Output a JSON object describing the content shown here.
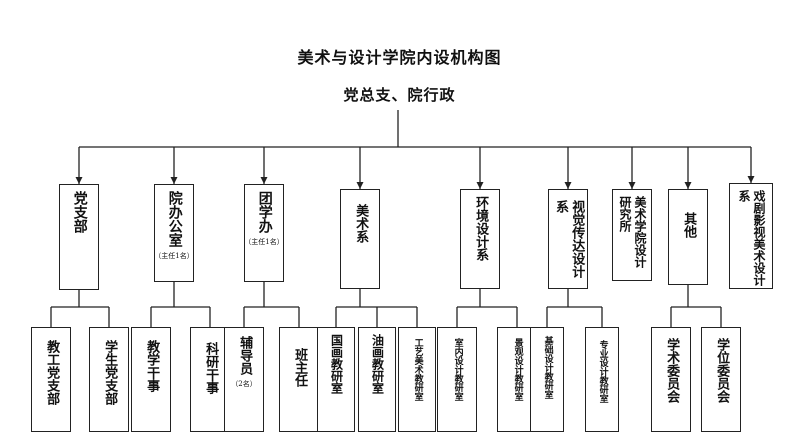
{
  "title": "美术与设计学院内设机构图",
  "root": "党总支、院行政",
  "units": [
    {
      "name": "党支部",
      "note": ""
    },
    {
      "name": "院办公室",
      "note": "（主任1名）"
    },
    {
      "name": "团学办",
      "note": "（主任1名）"
    },
    {
      "name": "美术系",
      "note": ""
    },
    {
      "name": "环境设计系",
      "note": ""
    },
    {
      "name": "视觉传达设计系",
      "note": ""
    },
    {
      "name": "美术学院设计研究所",
      "note": ""
    },
    {
      "name": "其他",
      "note": ""
    },
    {
      "name": "戏剧影视美术设计系",
      "note": ""
    }
  ],
  "subunits": [
    {
      "name": "教工党支部",
      "note": ""
    },
    {
      "name": "学生党支部",
      "note": ""
    },
    {
      "name": "教学干事",
      "note": ""
    },
    {
      "name": "科研干事",
      "note": ""
    },
    {
      "name": "辅导员",
      "note": "（2名）"
    },
    {
      "name": "班主任",
      "note": ""
    },
    {
      "name": "国画教研室",
      "note": ""
    },
    {
      "name": "油画教研室",
      "note": ""
    },
    {
      "name": "工艺美术教研室",
      "note": ""
    },
    {
      "name": "室内设计教研室",
      "note": ""
    },
    {
      "name": "景观设计教研室",
      "note": ""
    },
    {
      "name": "基础设计教研室",
      "note": ""
    },
    {
      "name": "专业设计教研室",
      "note": ""
    },
    {
      "name": "学术委员会",
      "note": ""
    },
    {
      "name": "学位委员会",
      "note": ""
    }
  ]
}
